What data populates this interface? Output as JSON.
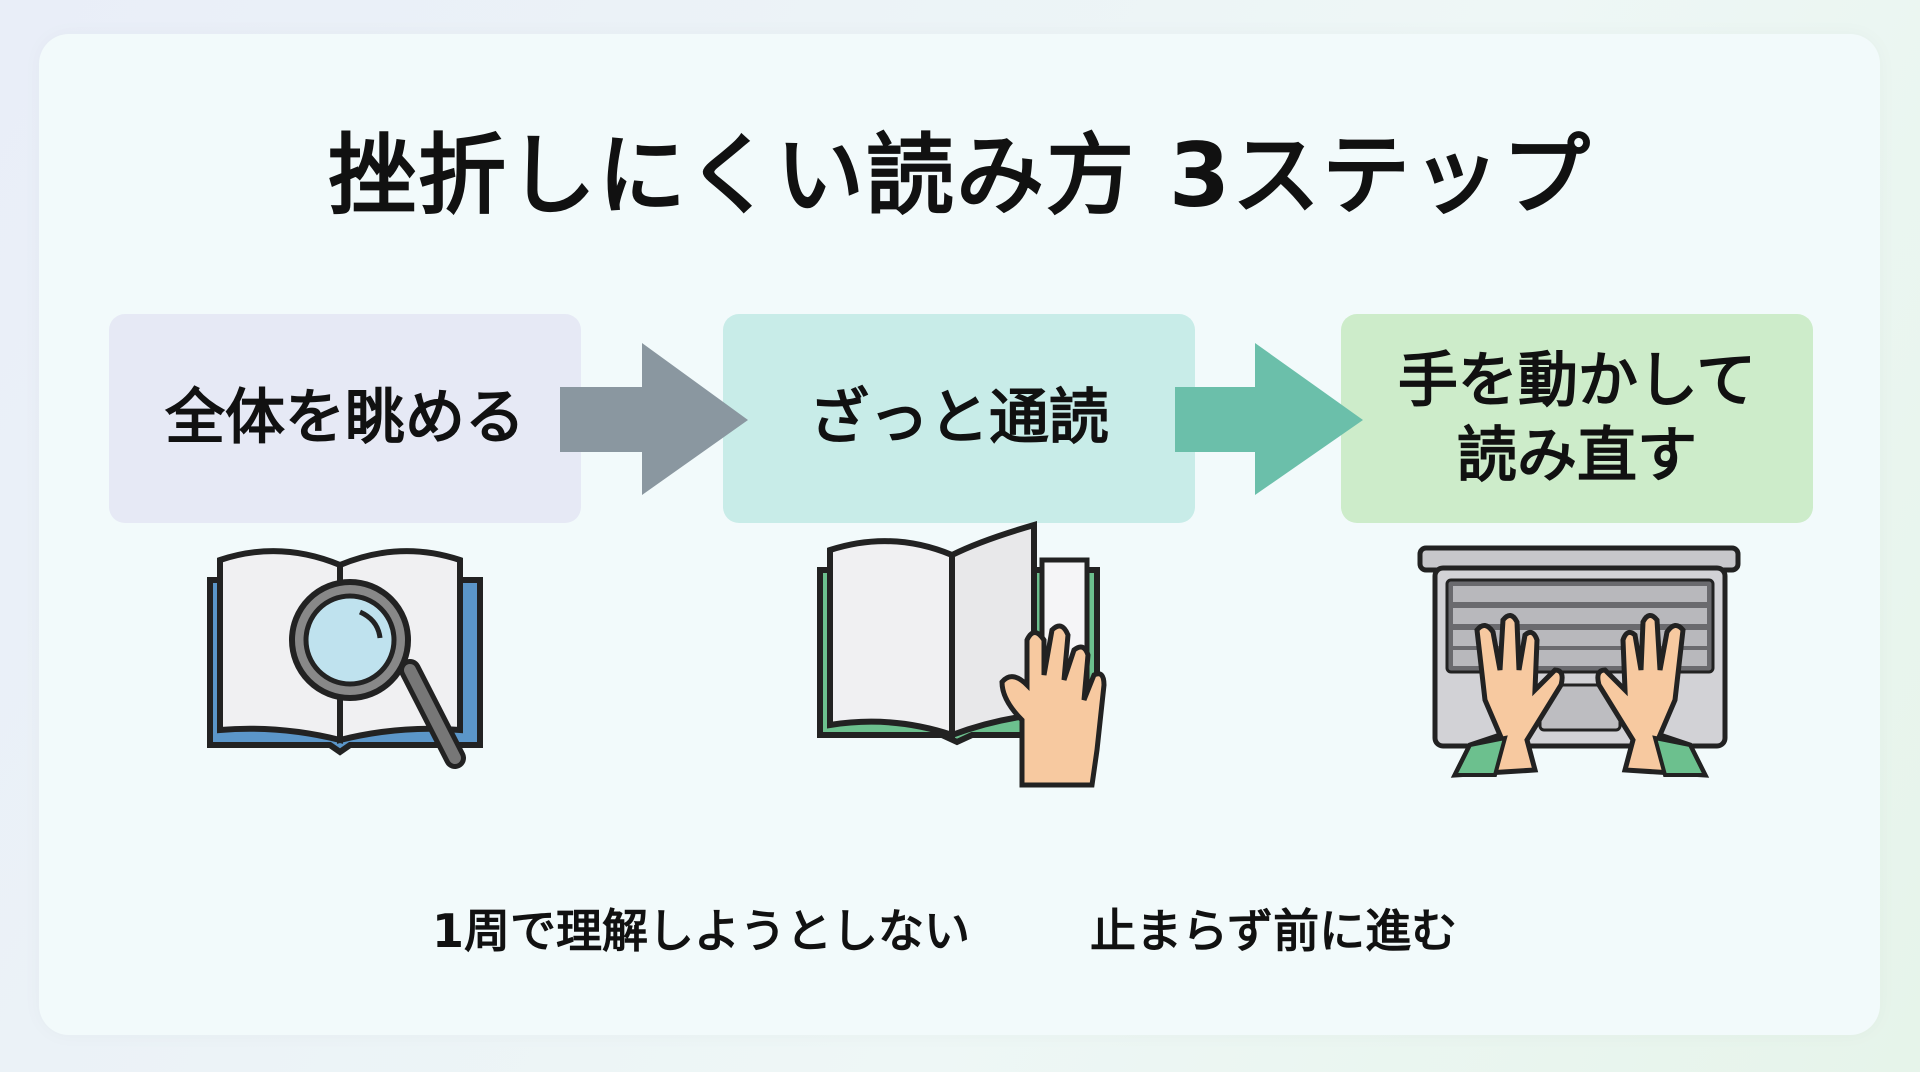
{
  "title": "挫折しにくい読み方 3ステップ",
  "steps": [
    {
      "label_lines": [
        "全体を眺める"
      ],
      "icon": "book-magnifier-icon",
      "color": "#e6e9f5"
    },
    {
      "label_lines": [
        "ざっと通読"
      ],
      "icon": "book-page-turn-icon",
      "color": "#c8ece8"
    },
    {
      "label_lines": [
        "手を動かして",
        "読み直す"
      ],
      "icon": "laptop-typing-icon",
      "color": "#cdecca"
    }
  ],
  "arrows": [
    {
      "color": "#8a97a0"
    },
    {
      "color": "#6bbfaa"
    }
  ],
  "notes": [
    "1周で理解しようとしない",
    "止まらず前に進む"
  ]
}
